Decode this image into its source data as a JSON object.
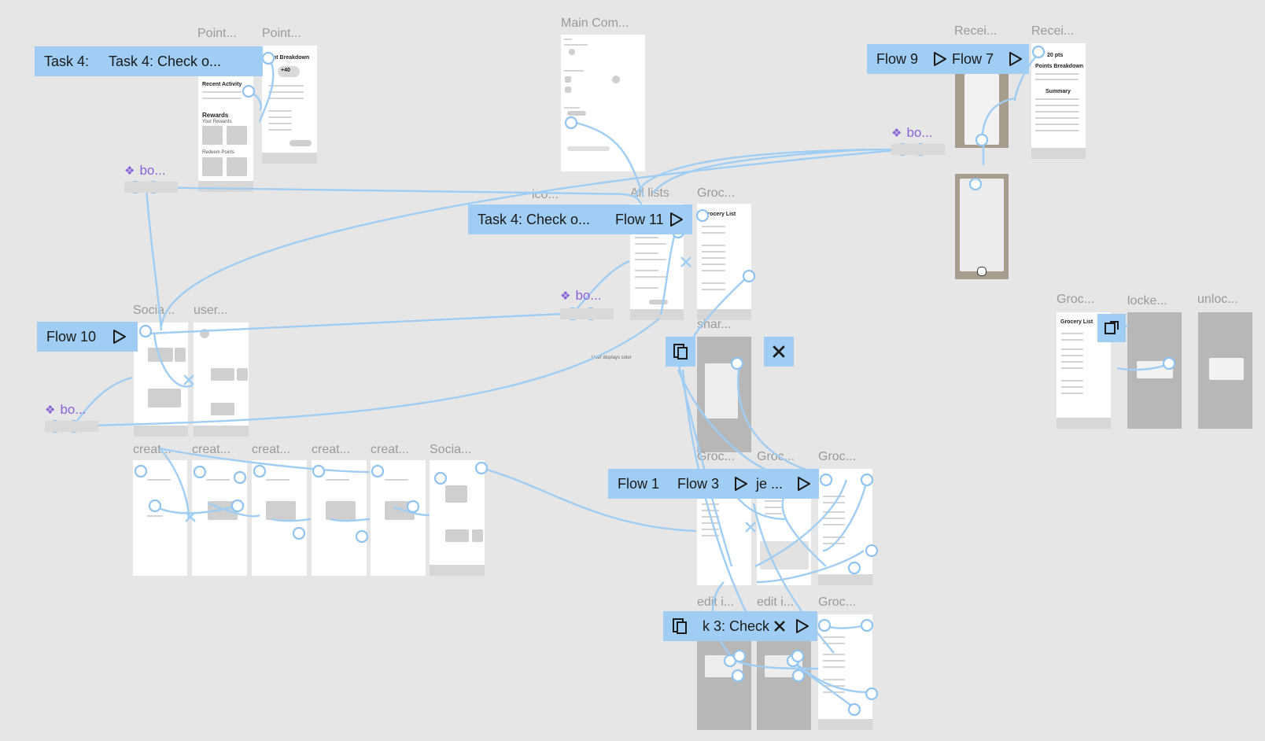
{
  "canvas": {
    "background": "#e6e6e6",
    "accent": "#9fcdf3",
    "component_color": "#8b63d9"
  },
  "frame_labels": {
    "point1": "Point...",
    "point2": "Point...",
    "main_com": "Main Com...",
    "recei1": "Recei...",
    "recei2": "Recei...",
    "ico": "ico...",
    "all_lists": "All lists",
    "groc_top": "Groc...",
    "socia1": "Socia...",
    "user": "user...",
    "shar": "shar...",
    "creat1": "creat...",
    "creat2": "creat...",
    "creat3": "creat...",
    "creat4": "creat...",
    "creat5": "creat...",
    "socia2": "Socia...",
    "groc_m1": "Groc...",
    "groc_m2": "Groc...",
    "groc_m3": "Groc...",
    "edit1": "edit i...",
    "edit2": "edit i...",
    "groc_b": "Groc...",
    "groc_r": "Groc...",
    "locke": "locke...",
    "unloc": "unloc..."
  },
  "flows": {
    "task4_left_a": "Task 4: ",
    "task4_left_b": "Task 4: Check o...",
    "task4_center": "Task 4: Check o...",
    "flow11": "Flow 11",
    "flow10": "Flow 10",
    "flow9": "Flow 9",
    "flow7": "Flow 7",
    "flow_mid_a": "Flow 1",
    "flow_mid_b": "Flow 3",
    "flow_mid_c": "je ...",
    "task3": "k 3: Check"
  },
  "components": {
    "bo1": "bo...",
    "bo2": "bo...",
    "bo3": "bo...",
    "bo4": "bo..."
  },
  "frame_text": {
    "point_breakdown": "nt Breakdown",
    "plus40": "+40",
    "recent_activity": "Recent Activity",
    "rewards": "Rewards",
    "your_rewards": "Your Rewards",
    "redeem_points": "Redeem Points",
    "points_total": "20 pts",
    "points_breakdown": "Points Breakdown",
    "summary": "Summary",
    "grocery_list": "Grocery List",
    "grocery_list_r": "Grocery List",
    "share_caption": "User displays color"
  },
  "icons": {
    "play": "play-icon",
    "close": "close-icon",
    "copy": "copy-icon",
    "component": "component-icon",
    "open": "open-frame-icon"
  }
}
